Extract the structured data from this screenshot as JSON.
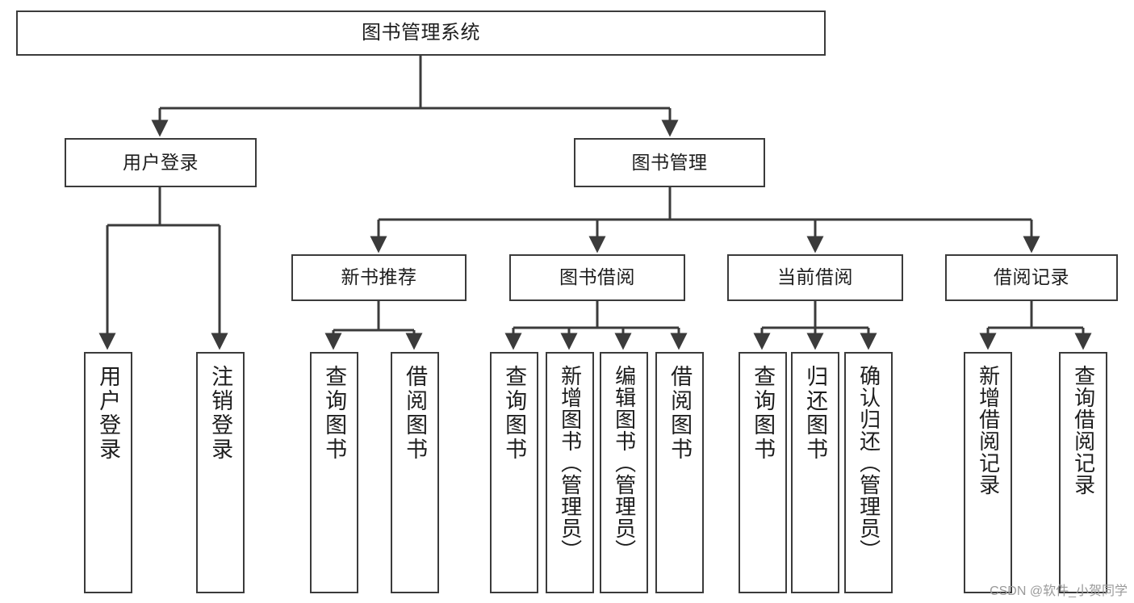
{
  "diagram": {
    "type": "tree",
    "title": "图书管理系统",
    "stroke_color": "#3b3b3b",
    "fill_color": "#ffffff",
    "text_color": "#1d1d1d",
    "nodes": {
      "root": {
        "label": "图书管理系统"
      },
      "l2": [
        {
          "label": "用户登录"
        },
        {
          "label": "图书管理"
        }
      ],
      "l3": [
        {
          "label": "新书推荐"
        },
        {
          "label": "图书借阅"
        },
        {
          "label": "当前借阅"
        },
        {
          "label": "借阅记录"
        }
      ],
      "leaves_user_login": [
        {
          "label": "用户登录"
        },
        {
          "label": "注销登录"
        }
      ],
      "leaves_new_book": [
        {
          "label": "查询图书"
        },
        {
          "label": "借阅图书"
        }
      ],
      "leaves_book_borrow": [
        {
          "label": "查询图书"
        },
        {
          "label": "新增图书（管理员）"
        },
        {
          "label": "编辑图书（管理员）"
        },
        {
          "label": "借阅图书"
        }
      ],
      "leaves_current_borrow": [
        {
          "label": "查询图书"
        },
        {
          "label": "归还图书"
        },
        {
          "label": "确认归还（管理员）"
        }
      ],
      "leaves_borrow_record": [
        {
          "label": "新增借阅记录"
        },
        {
          "label": "查询借阅记录"
        }
      ]
    }
  },
  "watermark": {
    "text": "CSDN @软件_小贺同学"
  }
}
